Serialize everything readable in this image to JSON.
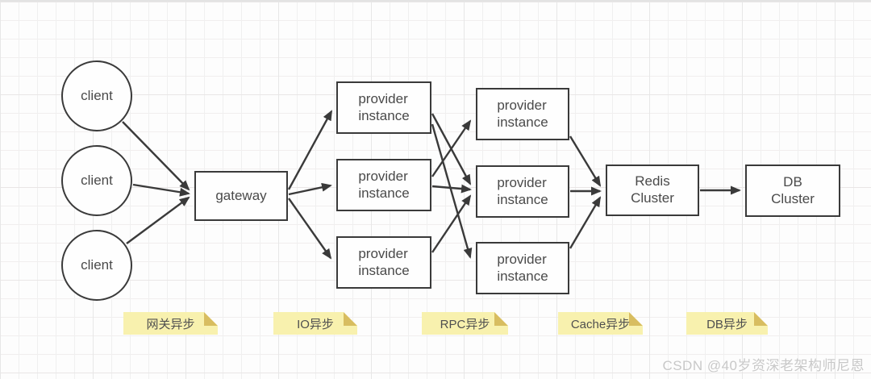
{
  "nodes": {
    "client1": {
      "label": "client"
    },
    "client2": {
      "label": "client"
    },
    "client3": {
      "label": "client"
    },
    "gateway": {
      "label": "gateway"
    },
    "provider_a1": {
      "label": "provider\ninstance"
    },
    "provider_a2": {
      "label": "provider\ninstance"
    },
    "provider_a3": {
      "label": "provider\ninstance"
    },
    "provider_b1": {
      "label": "provider\ninstance"
    },
    "provider_b2": {
      "label": "provider\ninstance"
    },
    "provider_b3": {
      "label": "provider\ninstance"
    },
    "redis": {
      "label": "Redis\nCluster"
    },
    "db": {
      "label": "DB\nCluster"
    }
  },
  "edges": [
    {
      "from": "client1",
      "to": "gateway"
    },
    {
      "from": "client2",
      "to": "gateway"
    },
    {
      "from": "client3",
      "to": "gateway"
    },
    {
      "from": "gateway",
      "to": "provider_a1"
    },
    {
      "from": "gateway",
      "to": "provider_a2"
    },
    {
      "from": "gateway",
      "to": "provider_a3"
    },
    {
      "from": "provider_a1",
      "to": "provider_b2"
    },
    {
      "from": "provider_a1",
      "to": "provider_b3"
    },
    {
      "from": "provider_a2",
      "to": "provider_b1"
    },
    {
      "from": "provider_a2",
      "to": "provider_b2"
    },
    {
      "from": "provider_a3",
      "to": "provider_b2"
    },
    {
      "from": "provider_b1",
      "to": "redis"
    },
    {
      "from": "provider_b2",
      "to": "redis"
    },
    {
      "from": "provider_b3",
      "to": "redis"
    },
    {
      "from": "redis",
      "to": "db"
    }
  ],
  "notes": [
    {
      "label": "网关异步"
    },
    {
      "label": "IO异步"
    },
    {
      "label": "RPC异步"
    },
    {
      "label": "Cache异步"
    },
    {
      "label": "DB异步"
    }
  ],
  "watermark": "CSDN @40岁资深老架构师尼恩",
  "colors": {
    "node_border": "#3a3a3a",
    "node_fill": "#fefefe",
    "edge": "#3a3a3a",
    "note_bg": "#f8f1ae",
    "note_fold": "#d8bd60",
    "note_text": "#4f4f4f",
    "watermark_text": "#c8c8c8",
    "grid_minor": "#f0f0f0",
    "grid_major": "#e7e7e7"
  }
}
